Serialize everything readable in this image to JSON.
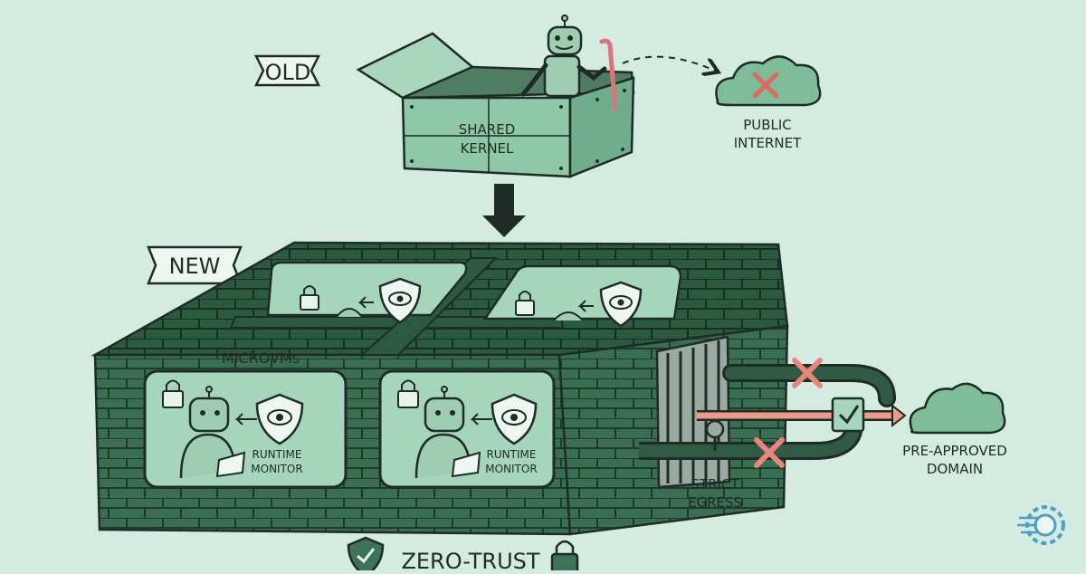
{
  "old": {
    "label": "OLD",
    "container_label_line1": "SHARED",
    "container_label_line2": "KERNEL",
    "target_label_line1": "PUBLIC",
    "target_label_line2": "INTERNET"
  },
  "new": {
    "label": "NEW",
    "vm_group_label": "MICROVMs",
    "monitor_label_line1": "RUNTIME",
    "monitor_label_line2": "MONITOR",
    "egress_label_line1": "STRICT",
    "egress_label_line2": "EGRESS",
    "domain_label_line1": "PRE-APPROVED",
    "domain_label_line2": "DOMAIN",
    "footer_label": "ZERO-TRUST"
  },
  "colors": {
    "background": "#d4ebe0",
    "brick_dark": "#2c5a41",
    "brick_mid": "#3d7356",
    "pod_fill": "#a5d6bc",
    "box_fill": "#8fc8a8",
    "blocked": "#e8867a",
    "allowed": "#ee9a8a"
  },
  "icons": [
    "lock-icon",
    "shield-eye-icon",
    "robot-icon",
    "cloud-icon",
    "x-mark-icon",
    "checkmark-icon",
    "gear-logo-icon"
  ]
}
